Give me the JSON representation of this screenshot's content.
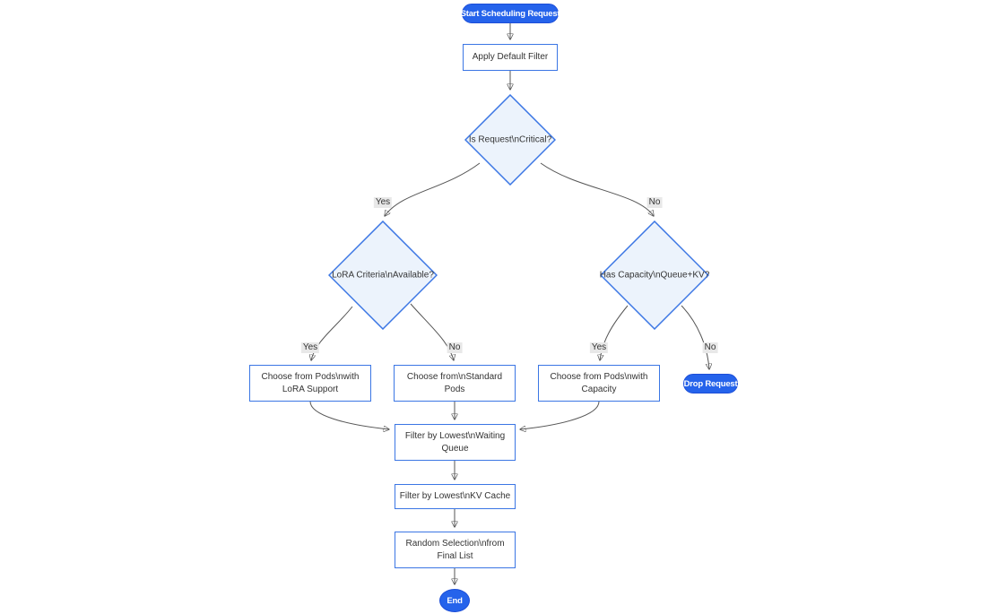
{
  "diagram": {
    "type": "flowchart",
    "direction": "top-down",
    "colors": {
      "node_fill_primary": "#2563eb",
      "node_fill_primary_border": "#1d4ed8",
      "node_border": "#3b76e4",
      "decision_fill": "#ecf3fc",
      "rect_fill": "#ffffff",
      "edge": "#555555",
      "arrow": "#333333",
      "label_bg": "#e8e8e8",
      "text": "#333333",
      "pill_text": "#ffffff"
    },
    "nodes": {
      "start": {
        "shape": "stadium",
        "label": "Start Scheduling Request",
        "lines": [
          "Start Scheduling Request"
        ]
      },
      "apply_filter": {
        "shape": "rect",
        "label": "Apply Default Filter",
        "lines": [
          "Apply Default Filter"
        ]
      },
      "is_critical": {
        "shape": "decision",
        "label": "Is Request\\nCritical?",
        "lines": [
          "Is Request\\nCritical?"
        ]
      },
      "lora_criteria": {
        "shape": "decision",
        "label": "LoRA Criteria\\nAvailable?",
        "lines": [
          "LoRA Criteria\\nAvailable?"
        ]
      },
      "has_capacity": {
        "shape": "decision",
        "label": "Has Capacity\\nQueue+KV?",
        "lines": [
          "Has Capacity\\nQueue+KV?"
        ]
      },
      "choose_lora": {
        "shape": "rect",
        "label": "Choose from Pods\\nwith LoRA Support",
        "lines": [
          "Choose from Pods\\nwith",
          "LoRA Support"
        ]
      },
      "choose_standard": {
        "shape": "rect",
        "label": "Choose from\\nStandard Pods",
        "lines": [
          "Choose from\\nStandard",
          "Pods"
        ]
      },
      "choose_capacity": {
        "shape": "rect",
        "label": "Choose from Pods\\nwith Capacity",
        "lines": [
          "Choose from Pods\\nwith",
          "Capacity"
        ]
      },
      "drop_request": {
        "shape": "stadium",
        "label": "Drop Request",
        "lines": [
          "Drop Request"
        ]
      },
      "filter_queue": {
        "shape": "rect",
        "label": "Filter by Lowest\\nWaiting Queue",
        "lines": [
          "Filter by Lowest\\nWaiting",
          "Queue"
        ]
      },
      "filter_kv": {
        "shape": "rect",
        "label": "Filter by Lowest\\nKV Cache",
        "lines": [
          "Filter by Lowest\\nKV Cache"
        ]
      },
      "random_selection": {
        "shape": "rect",
        "label": "Random Selection\\nfrom Final List",
        "lines": [
          "Random Selection\\nfrom",
          "Final List"
        ]
      },
      "end": {
        "shape": "stadium",
        "label": "End",
        "lines": [
          "End"
        ]
      }
    },
    "edges": [
      {
        "from": "start",
        "to": "apply_filter",
        "label": ""
      },
      {
        "from": "apply_filter",
        "to": "is_critical",
        "label": ""
      },
      {
        "from": "is_critical",
        "to": "lora_criteria",
        "label": "Yes"
      },
      {
        "from": "is_critical",
        "to": "has_capacity",
        "label": "No"
      },
      {
        "from": "lora_criteria",
        "to": "choose_lora",
        "label": "Yes"
      },
      {
        "from": "lora_criteria",
        "to": "choose_standard",
        "label": "No"
      },
      {
        "from": "has_capacity",
        "to": "choose_capacity",
        "label": "Yes"
      },
      {
        "from": "has_capacity",
        "to": "drop_request",
        "label": "No"
      },
      {
        "from": "choose_lora",
        "to": "filter_queue",
        "label": ""
      },
      {
        "from": "choose_standard",
        "to": "filter_queue",
        "label": ""
      },
      {
        "from": "choose_capacity",
        "to": "filter_queue",
        "label": ""
      },
      {
        "from": "filter_queue",
        "to": "filter_kv",
        "label": ""
      },
      {
        "from": "filter_kv",
        "to": "random_selection",
        "label": ""
      },
      {
        "from": "random_selection",
        "to": "end",
        "label": ""
      }
    ]
  }
}
